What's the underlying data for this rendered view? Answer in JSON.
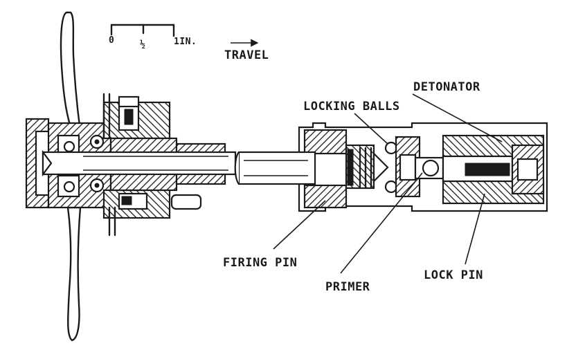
{
  "scale": {
    "start_label": "0",
    "mid_label": "½",
    "end_label": "1IN."
  },
  "travel_label": "TRAVEL",
  "labels": {
    "detonator": "DETONATOR",
    "locking_balls": "LOCKING BALLS",
    "firing_pin": "FIRING PIN",
    "primer": "PRIMER",
    "lock_pin": "LOCK PIN"
  }
}
